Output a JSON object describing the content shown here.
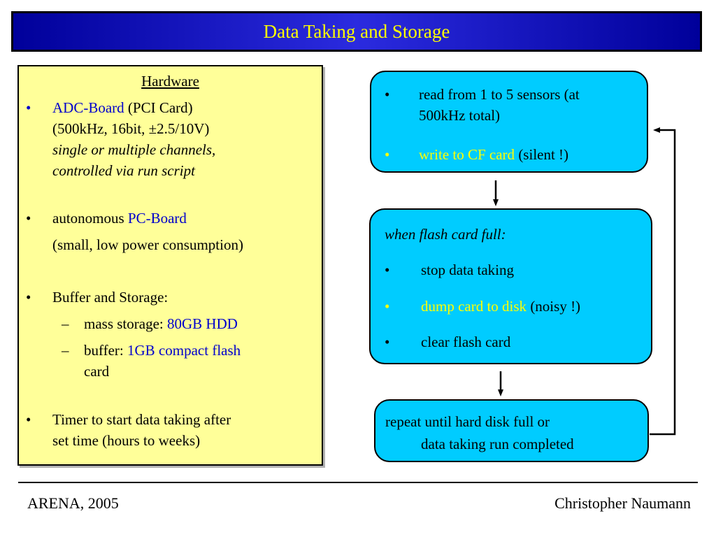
{
  "slide": {
    "title": "Data Taking and Storage",
    "footer_left": "ARENA, 2005",
    "footer_right": "Christopher Naumann"
  },
  "hardware": {
    "heading": "Hardware",
    "bullet_glyph": "•",
    "dash_glyph": "–",
    "adc_name": "ADC-Board",
    "adc_type": " (PCI Card)",
    "adc_specs": "(500kHz, 16bit, ±2.5/10V)",
    "adc_note_1": "single or multiple channels,",
    "adc_note_2": "controlled via run script",
    "pc_prefix": "autonomous ",
    "pc_name": "PC-Board",
    "pc_note": "(small, low power consumption)",
    "storage_heading": "Buffer and Storage:",
    "mass_prefix": "mass storage: ",
    "mass_value": "80GB HDD",
    "buffer_prefix": "buffer: ",
    "buffer_value": "1GB compact flash",
    "buffer_suffix": "card",
    "timer_1": "Timer to start data taking after",
    "timer_2": "set time (hours to weeks)"
  },
  "flow": {
    "box1": {
      "item1_line1": "read from 1 to 5 sensors (at",
      "item1_line2": "500kHz total)",
      "item2_highlight": "write to CF card",
      "item2_rest": " (silent !)"
    },
    "box2": {
      "condition": "when flash card full:",
      "item1": "stop data taking",
      "item2_highlight": "dump card to disk",
      "item2_rest": " (noisy !)",
      "item3": "clear flash card"
    },
    "box3": {
      "line1": "repeat until hard disk full or",
      "line2": "data taking run completed"
    }
  },
  "colors": {
    "title_bar": "#00009a",
    "title_text": "#ffff00",
    "hardware_box": "#ffff99",
    "flow_box": "#00ccff",
    "highlight_blue": "#0000cc",
    "highlight_yellow": "#ffff00"
  }
}
